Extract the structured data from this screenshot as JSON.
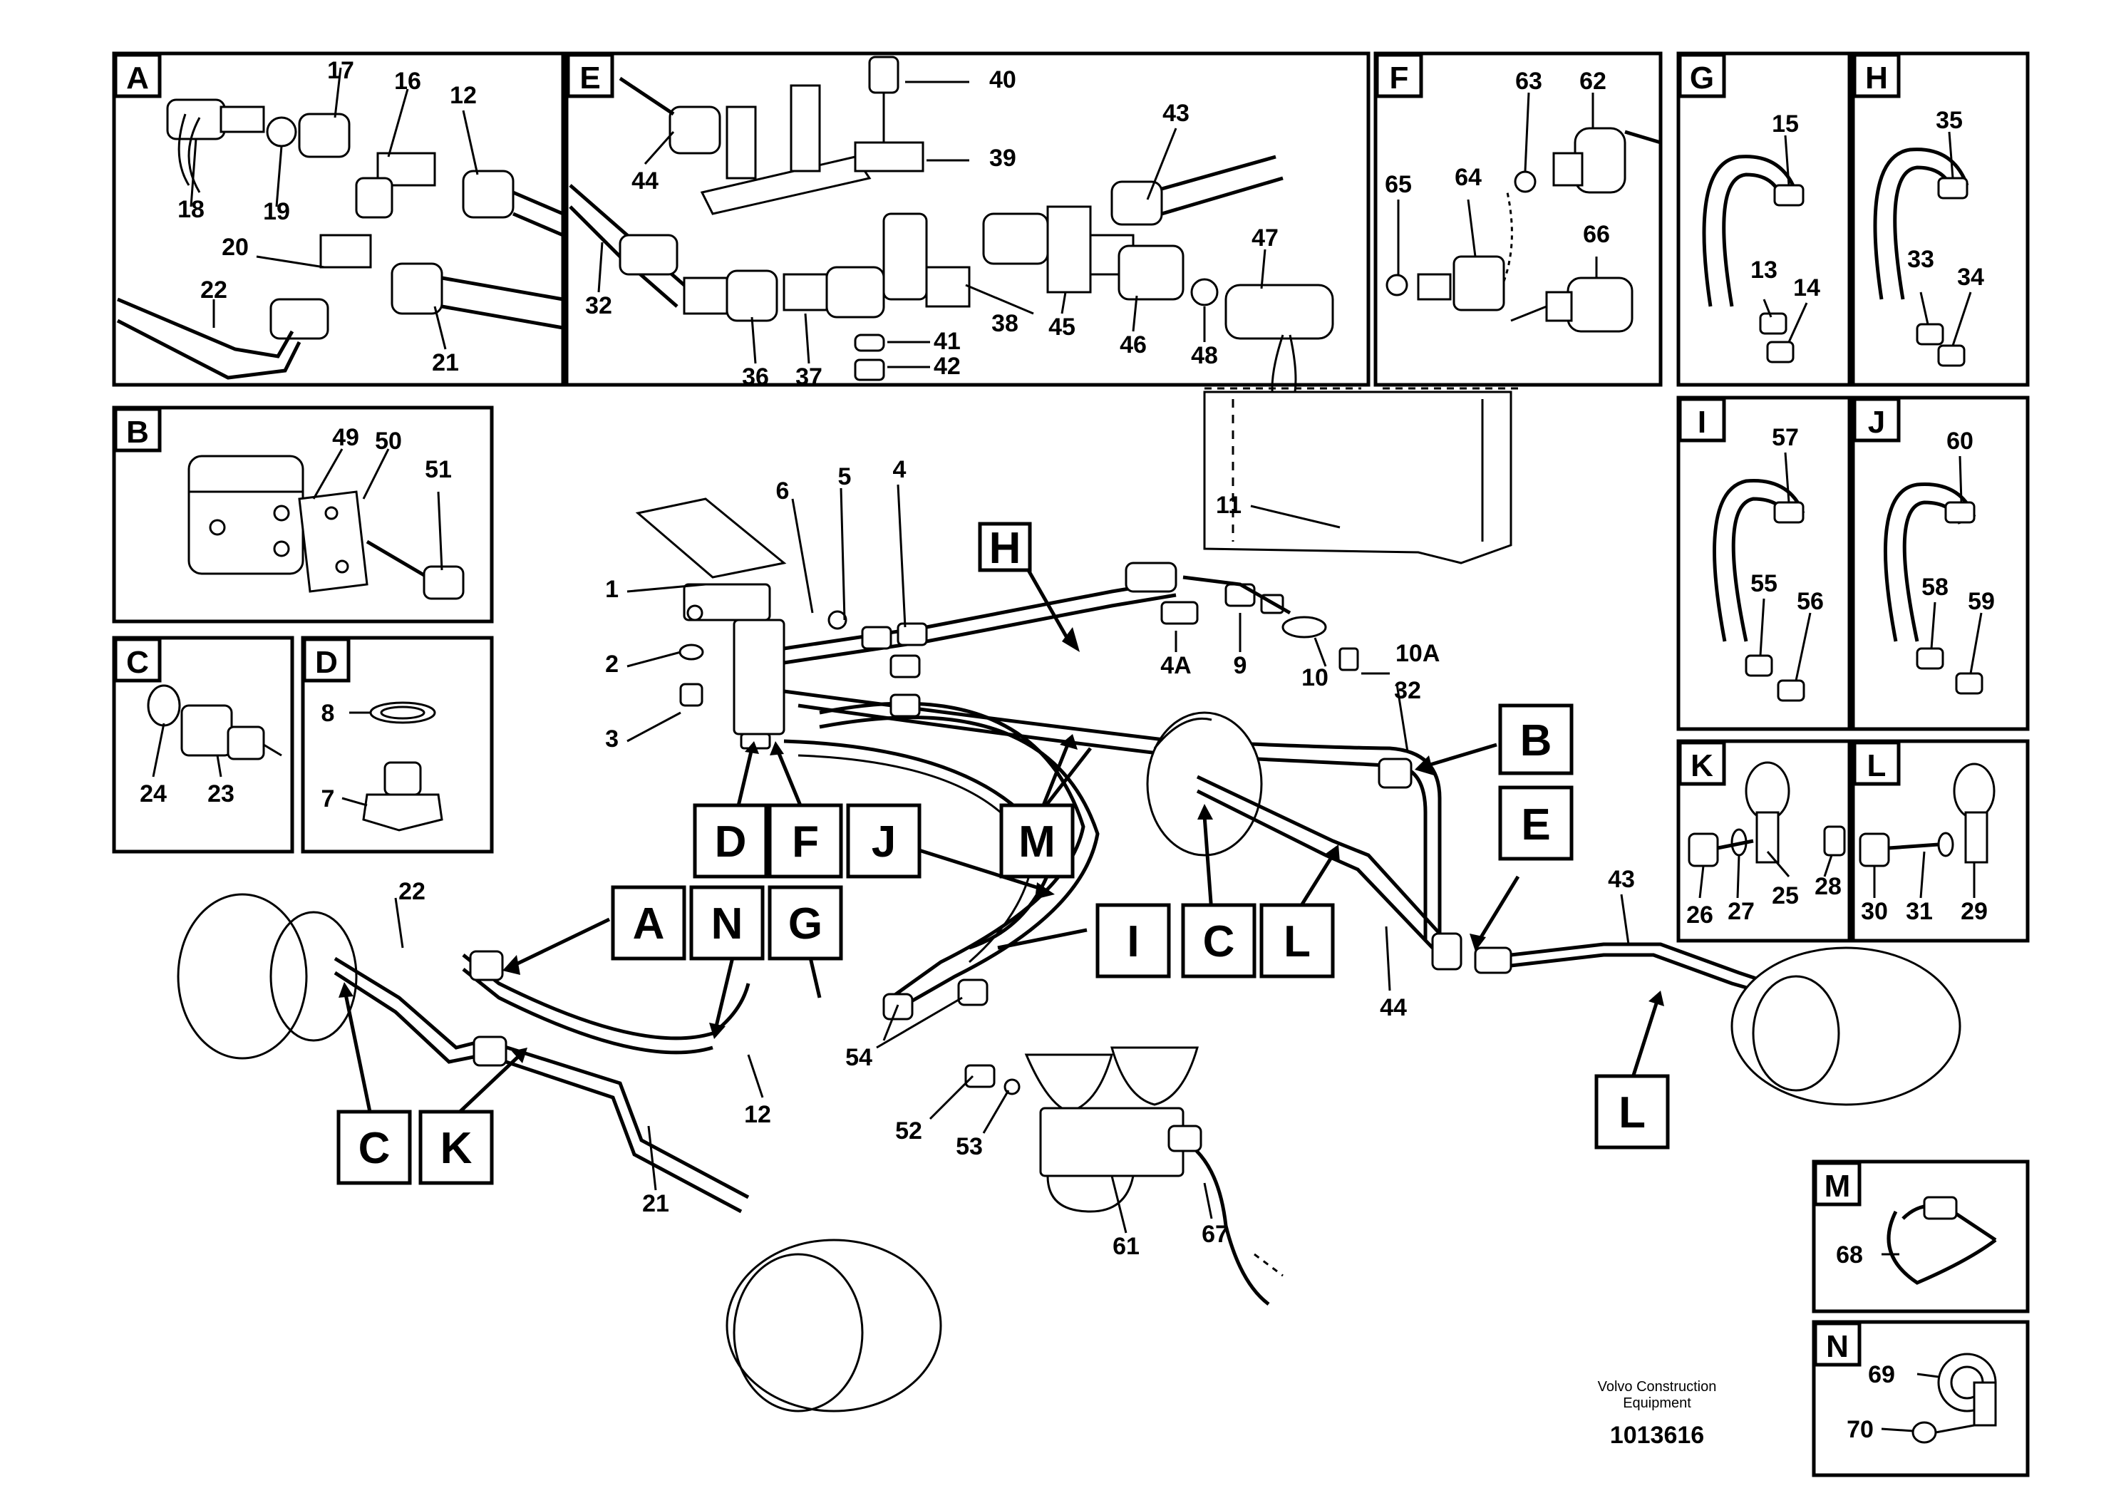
{
  "panels": [
    {
      "letter": "A"
    },
    {
      "letter": "B"
    },
    {
      "letter": "C"
    },
    {
      "letter": "D"
    },
    {
      "letter": "E"
    },
    {
      "letter": "F"
    },
    {
      "letter": "G"
    },
    {
      "letter": "H"
    },
    {
      "letter": "I"
    },
    {
      "letter": "J"
    },
    {
      "letter": "K"
    },
    {
      "letter": "L"
    },
    {
      "letter": "M"
    },
    {
      "letter": "N"
    }
  ],
  "callouts": [
    "H",
    "B",
    "E",
    "D",
    "F",
    "J",
    "M",
    "A",
    "N",
    "G",
    "I",
    "C",
    "L",
    "C",
    "K",
    "L"
  ],
  "part_numbers": [
    "17",
    "16",
    "12",
    "18",
    "19",
    "20",
    "22",
    "21",
    "40",
    "39",
    "43",
    "44",
    "32",
    "36",
    "37",
    "41",
    "42",
    "38",
    "45",
    "46",
    "48",
    "47",
    "63",
    "62",
    "65",
    "64",
    "66",
    "15",
    "13",
    "14",
    "35",
    "33",
    "34",
    "49",
    "50",
    "51",
    "24",
    "23",
    "8",
    "7",
    "57",
    "55",
    "56",
    "60",
    "58",
    "59",
    "26",
    "27",
    "25",
    "28",
    "30",
    "31",
    "29",
    "68",
    "69",
    "70",
    "6",
    "5",
    "4",
    "1",
    "2",
    "3",
    "11",
    "4A",
    "9",
    "10",
    "10A",
    "32",
    "22",
    "12",
    "54",
    "52",
    "53",
    "61",
    "67",
    "21",
    "44",
    "43"
  ],
  "footer": {
    "line1": "Volvo Construction",
    "line2": "Equipment",
    "doc_number": "1013616"
  }
}
